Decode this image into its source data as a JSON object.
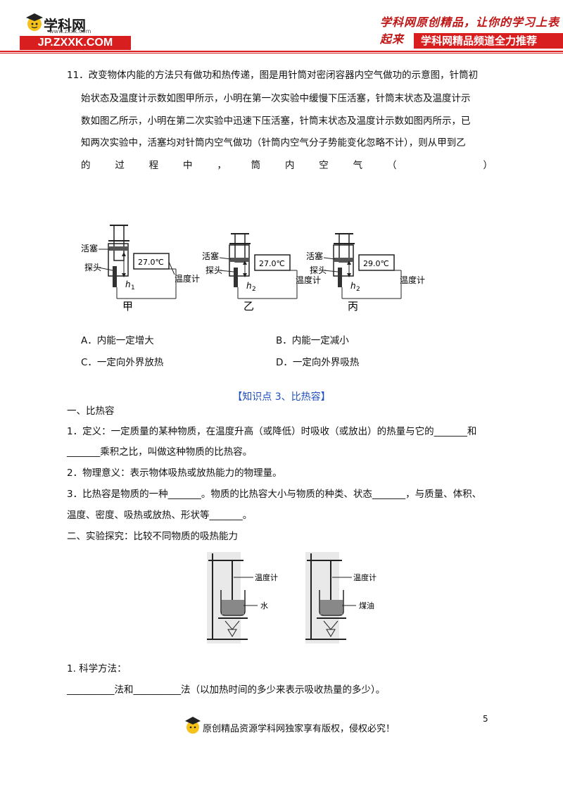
{
  "header": {
    "logo_name": "学科网",
    "logo_small_url": "www.zxxk.com",
    "logo_bar": "JP.ZXXK.COM",
    "slogan": "学科网原创精品，让你的学习上表起来",
    "recommend": "学科网精品频道全力推荐"
  },
  "question11": {
    "lines": [
      "11．改变物体内能的方法只有做功和热传递，图是用针筒对密闭容器内空气做功的示意图，针筒初",
      "始状态及温度计示数如图甲所示，小明在第一次实验中缓慢下压活塞，针筒末状态及温度计示",
      "数如图乙所示，小明在第二次实验中迅速下压活塞，针筒末状态及温度计示数如图丙所示，已",
      "知两次实验中，活塞均对针筒内空气做功（针筒内空气分子势能变化忽略不计），则从甲到乙"
    ],
    "last_line_chars": [
      "的",
      "过",
      "程",
      "中",
      "，",
      "筒",
      "内",
      "空",
      "气",
      "（",
      "）"
    ],
    "figures": [
      {
        "caption": "甲",
        "temp": "27.0℃",
        "piston": "活塞",
        "probe": "探头",
        "h": "h",
        "sub": "1",
        "thermo": "温度计"
      },
      {
        "caption": "乙",
        "temp": "27.0℃",
        "piston": "活塞",
        "probe": "探头",
        "h": "h",
        "sub": "2",
        "thermo": "温度计"
      },
      {
        "caption": "丙",
        "temp": "29.0℃",
        "piston": "活塞",
        "probe": "探头",
        "h": "h",
        "sub": "2",
        "thermo": "温度计"
      }
    ],
    "options": {
      "A": "A．内能一定增大",
      "B": "B．内能一定减小",
      "C": "C．一定向外界放热",
      "D": "D．一定向外界吸热"
    }
  },
  "knowledge": {
    "title": "【知识点 3、比热容】",
    "sec1": "一、比热容",
    "def_line1": "1．定义：一定质量的某种物质，在温度升高（或降低）时吸收（或放出）的热量与它的_______和",
    "def_line2": "_______乘积之比，叫做这种物质的比热容。",
    "meaning": "2．物理意义：表示物体吸热或放热能力的物理量。",
    "prop_line1": "3．比热容是物质的一种_______。物质的比热容大小与物质的种类、状态_______，与质量、体积、",
    "prop_line2": "温度、密度、吸热或放热、形状等_______。",
    "sec2": "二、实验探究：比较不同物质的吸热能力",
    "lab_left": {
      "thermo": "温度计",
      "liquid": "水"
    },
    "lab_right": {
      "thermo": "温度计",
      "liquid": "煤油"
    },
    "method_title": "1.  科学方法：",
    "method_line": "__________法和__________法（以加热时间的多少来表示吸收热量的多少）。"
  },
  "footer": {
    "page": "5",
    "text": "原创精品资源学科网独家享有版权，侵权必究！"
  }
}
